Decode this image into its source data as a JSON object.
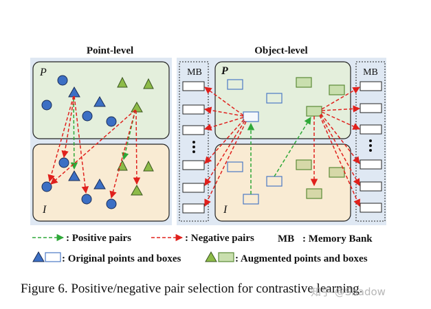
{
  "figure": {
    "point_level_title": "Point-level",
    "object_level_title": "Object-level",
    "point_cloud_label": "P",
    "image_label": "I",
    "memory_bank_abbrev": "MB",
    "legend": {
      "positive_pairs": ": Positive pairs",
      "negative_pairs": ": Negative pairs",
      "mb_key": "MB",
      "mb_desc": ": Memory Bank",
      "original": ": Original points and boxes",
      "augmented": ": Augmented points and boxes"
    },
    "colors": {
      "panel_bg": "#dfe8f3",
      "point_region": "#e4efdc",
      "image_region": "#f9ebd3",
      "blue_point": "#3c6fc4",
      "green_point": "#8dbb48",
      "positive_arrow": "#2ea838",
      "negative_arrow": "#e0201c"
    }
  },
  "caption": "Figure 6. Positive/negative pair selection for contrastive learning.",
  "watermark": "知乎 @Shadow"
}
